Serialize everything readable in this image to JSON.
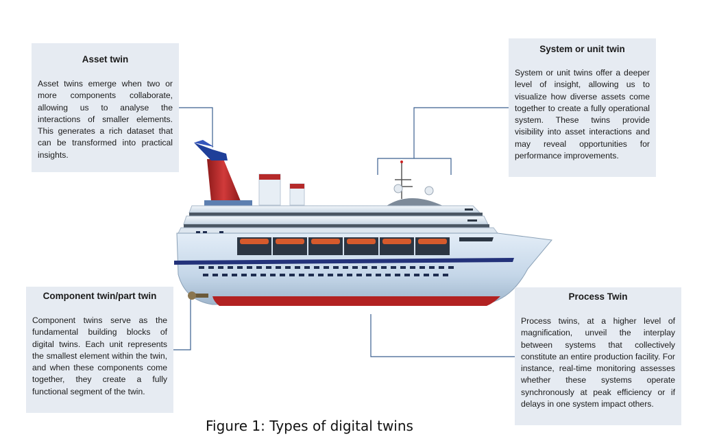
{
  "boxes": {
    "asset": {
      "title": "Asset twin",
      "body": "Asset twins emerge when two or more components collaborate, allowing us to analyse the interactions of smaller elements. This generates a rich dataset that can be transformed into practical insights."
    },
    "system": {
      "title": "System or unit twin",
      "body": "System or unit twins offer a deeper level of insight, allowing us to visualize how diverse assets come together to create a fully operational system. These twins provide visibility into asset interactions and may reveal opportunities for performance improvements."
    },
    "component": {
      "title": "Component twin/part twin",
      "body": "Component twins serve as the fundamental building blocks of digital twins. Each unit represents the smallest element within the twin, and when these components come together, they create a fully functional segment of the twin."
    },
    "process": {
      "title": "Process Twin",
      "body": "Process twins, at a higher level of magnification, unveil the interplay between systems that collectively constitute an entire production facility. For instance, real-time monitoring assesses whether these systems operate synchronously at peak efficiency or if delays in one system impact others."
    }
  },
  "caption": "Figure 1: Types of digital twins",
  "colors": {
    "box_bg": "#e6ebf2",
    "connector": "#3a5f8f",
    "hull": "#c9d9ea",
    "hull_bottom": "#b22222",
    "funnel": "#b52a2a"
  }
}
